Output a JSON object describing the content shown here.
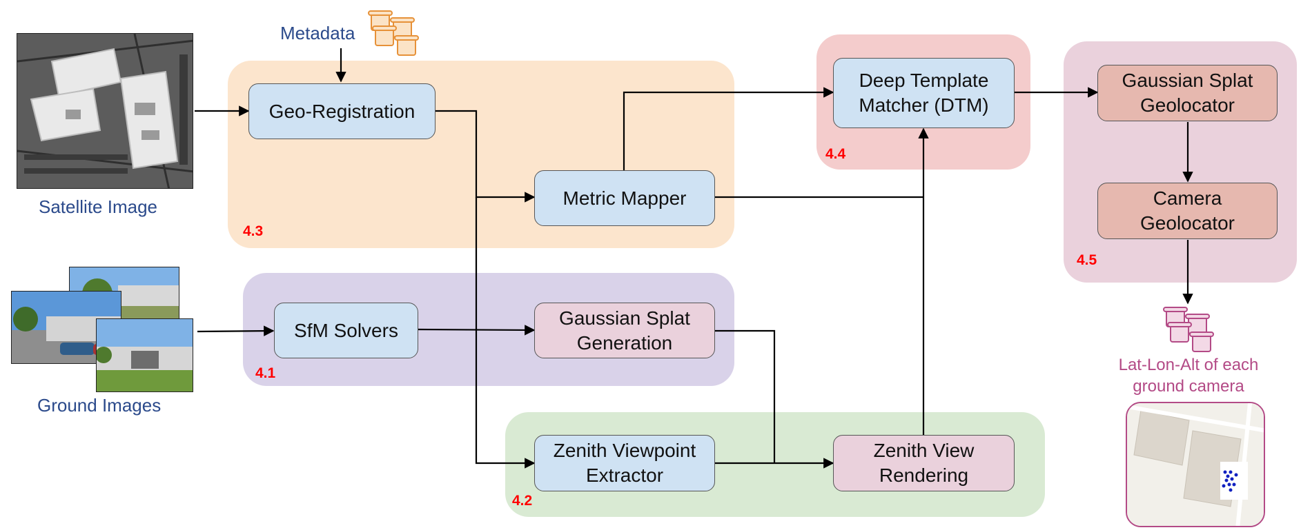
{
  "regions": {
    "georeg_section": {
      "label": "4.3",
      "color": "#fce5cd"
    },
    "dtm_section": {
      "label": "4.4",
      "color": "#f4cccc"
    },
    "geoloc_section": {
      "label": "4.5",
      "color": "#ead1dc"
    },
    "sfm_section": {
      "label": "4.1",
      "color": "#d9d2e9"
    },
    "zenith_section": {
      "label": "4.2",
      "color": "#d9ead3"
    }
  },
  "nodes": {
    "geo_registration": "Geo-Registration",
    "metric_mapper": "Metric Mapper",
    "deep_template_matcher": "Deep Template\nMatcher (DTM)",
    "gaussian_splat_geolocator": "Gaussian Splat\nGeolocator",
    "camera_geolocator": "Camera\nGeolocator",
    "sfm_solvers": "SfM Solvers",
    "gaussian_splat_generation": "Gaussian Splat\nGeneration",
    "zenith_viewpoint_extractor": "Zenith Viewpoint\nExtractor",
    "zenith_view_rendering": "Zenith View\nRendering"
  },
  "inputs": {
    "metadata": "Metadata",
    "satellite_image": "Satellite Image",
    "ground_images": "Ground Images"
  },
  "outputs": {
    "lat_lon_alt": "Lat-Lon-Alt of each\nground camera"
  },
  "colors": {
    "node_blue": "#cfe2f3",
    "node_pink": "#ead1dc",
    "node_salmon": "#e6b8af",
    "section_label": "#ff0000",
    "input_caption": "#2b4a8b",
    "output_caption": "#b34a86",
    "scroll_icon": "#e69138"
  }
}
